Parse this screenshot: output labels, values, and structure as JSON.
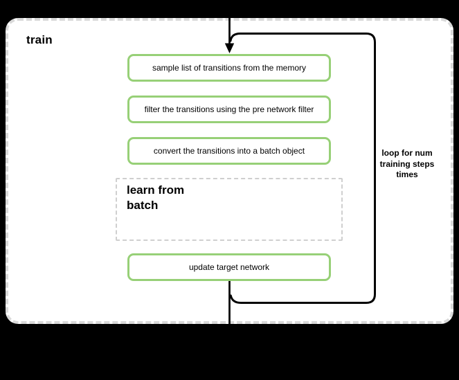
{
  "diagram": {
    "title": "train",
    "steps": [
      {
        "label": "sample list of transitions from the memory"
      },
      {
        "label": "filter the transitions using the pre network filter"
      },
      {
        "label": "convert the transitions into a batch object"
      }
    ],
    "subprocess": {
      "lines": [
        "learn from",
        "batch"
      ]
    },
    "final_step": {
      "label": "update target network"
    },
    "loop_annotation": {
      "lines": [
        "loop for num",
        "training steps",
        "times"
      ]
    },
    "colors": {
      "background": "#000000",
      "canvas": "#ffffff",
      "canvas_border": "#d9d9d9",
      "step_border": "#97d077",
      "subprocess_border": "#cfcfcf",
      "line": "#000000",
      "text": "#000000"
    }
  }
}
